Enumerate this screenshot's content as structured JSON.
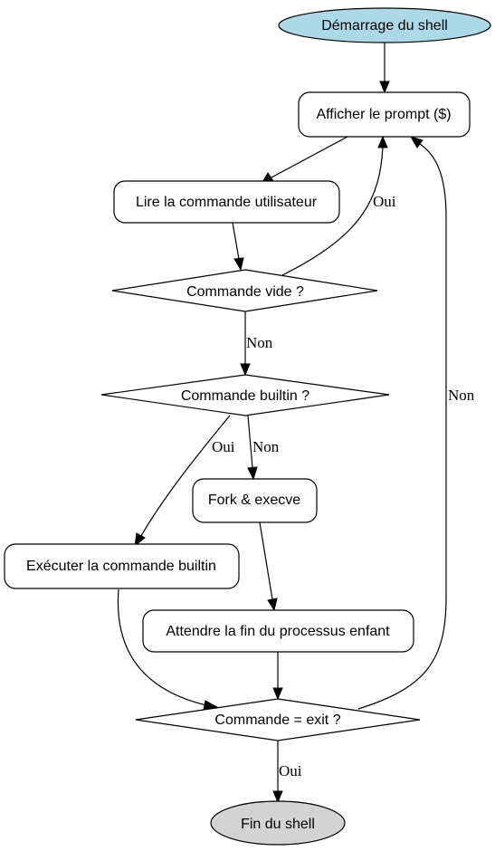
{
  "colors": {
    "start_fill": "#add8e6",
    "end_fill": "#d3d3d3",
    "stroke": "#000000"
  },
  "nodes": {
    "start": "Démarrage du shell",
    "prompt": "Afficher le prompt ($)",
    "read": "Lire la commande utilisateur",
    "empty": "Commande vide ?",
    "builtin": "Commande builtin ?",
    "fork": "Fork & execve",
    "exec_builtin": "Exécuter la commande builtin",
    "wait": "Attendre la fin du processus enfant",
    "exit": "Commande = exit ?",
    "end": "Fin du shell"
  },
  "edges": {
    "empty_yes": "Oui",
    "empty_no": "Non",
    "builtin_yes": "Oui",
    "builtin_no": "Non",
    "exit_no": "Non",
    "exit_yes": "Oui"
  }
}
